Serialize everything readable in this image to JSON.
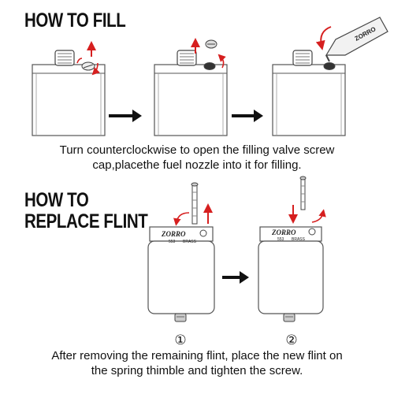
{
  "fill_section": {
    "title": "HOW TO FILL",
    "caption_line1": "Turn counterclockwise to open the filling valve screw",
    "caption_line2": "cap,placethe fuel nozzle into it for filling."
  },
  "flint_section": {
    "title_line1": "HOW TO",
    "title_line2": "REPLACE FLINT",
    "caption_line1": "After removing the remaining flint, place the new flint on",
    "caption_line2": "the spring thimble and tighten the screw.",
    "step1_marker": "①",
    "step2_marker": "②",
    "lighter_brand": "ZORRO",
    "lighter_model": "553",
    "lighter_material": "BRASS"
  },
  "fuel_can_label": "ZORRO",
  "colors": {
    "accent_arrow": "#d61f1f",
    "outline": "#555555",
    "text": "#111111"
  }
}
